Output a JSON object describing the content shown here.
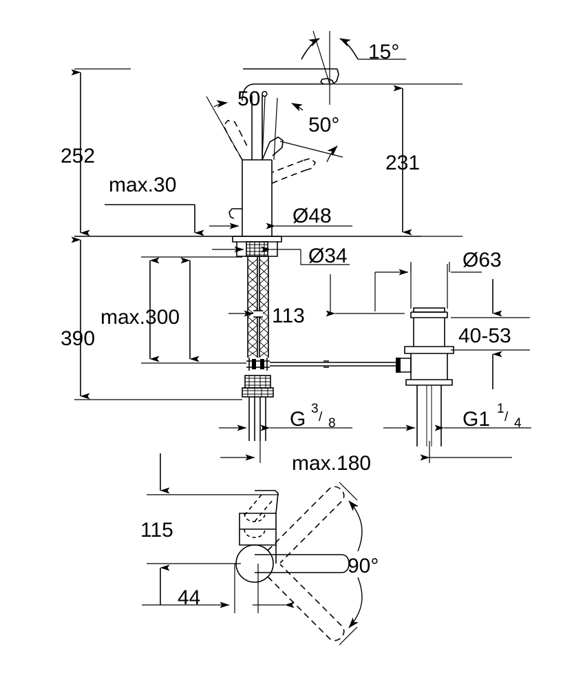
{
  "drawing": {
    "title": "Single-lever basin mixer dimensional drawing",
    "units": "mm",
    "line_color": "#000000",
    "background_color": "#ffffff",
    "views": [
      {
        "name": "side-elevation",
        "position": "top"
      },
      {
        "name": "plan-top-view",
        "position": "bottom"
      }
    ]
  },
  "dimensions": {
    "overall_height_to_spout": "252",
    "max_countertop_thickness": "max.30",
    "spout_height": "231",
    "spout_reach_angle_top": "15°",
    "lever_angle_back": "50°",
    "lever_angle_front": "50°",
    "body_diameter": "Ø48",
    "shank_diameter": "Ø34",
    "total_height": "390",
    "max_flexible_hose": "max.300",
    "rod_height": "113",
    "waste_flange_diameter": "Ø63",
    "waste_basin_thickness": "40-53",
    "supply_thread": "G",
    "supply_thread_num": "3",
    "supply_thread_den": "8",
    "waste_thread": "G1",
    "waste_thread_num": "1",
    "waste_thread_den": "4",
    "max_rod_spacing": "max.180",
    "plan_spout_length": "115",
    "plan_body_offset": "44",
    "swivel_range": "90°"
  }
}
